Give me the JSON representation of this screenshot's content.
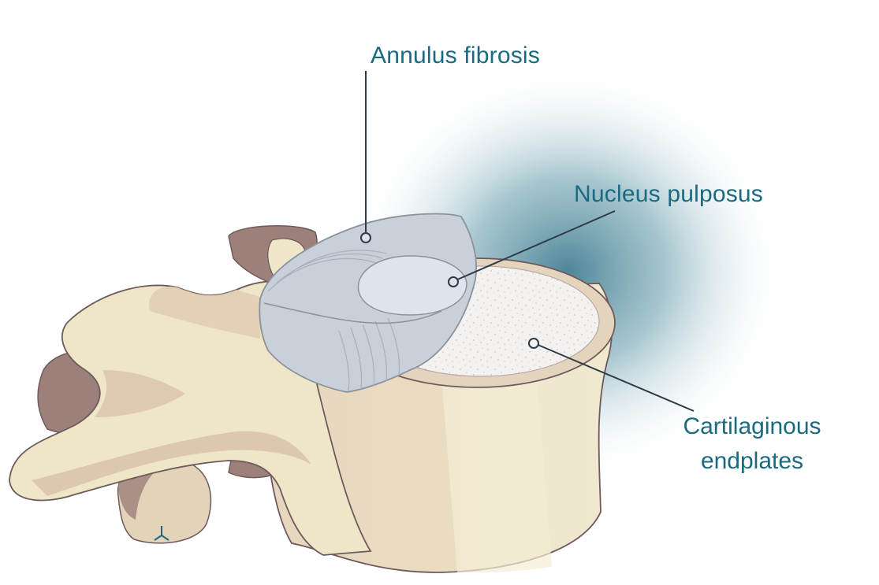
{
  "labels": {
    "annulus_fibrosis": "Annulus fibrosis",
    "nucleus_pulposus": "Nucleus pulposus",
    "cartilaginous_endplates_line1": "Cartilaginous",
    "cartilaginous_endplates_line2": "endplates"
  },
  "colors": {
    "label_text": "#1a6a80",
    "leader_line": "#2e3a45",
    "bone_light": "#efe6c8",
    "bone_shadow": "#d8c3a8",
    "bone_dark": "#9c8079",
    "disc_gray": "#c9d0d9",
    "glow": "#2e6f84"
  }
}
